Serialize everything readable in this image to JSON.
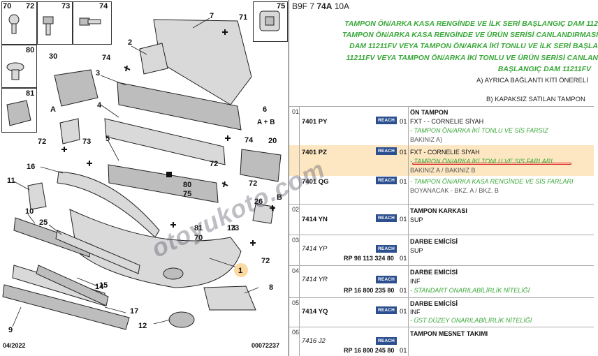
{
  "diagram": {
    "hardware_labels": [
      "70",
      "72",
      "73",
      "74",
      "80",
      "81",
      "75"
    ],
    "callouts": [
      "1",
      "2",
      "3",
      "4",
      "5",
      "6",
      "7",
      "8",
      "9",
      "10",
      "11",
      "12",
      "13",
      "14",
      "15",
      "16",
      "17",
      "20",
      "25",
      "26",
      "30",
      "71",
      "72",
      "73",
      "74",
      "72",
      "80",
      "75",
      "81",
      "70",
      "73",
      "74",
      "72",
      "72",
      "B",
      "A",
      "A",
      "B"
    ],
    "view_label": "6",
    "view_sub": "A + B",
    "footer_left": "04/2022",
    "footer_right": "00072237"
  },
  "header": {
    "ref_prefix": "B9F 7 ",
    "ref_bold": "74A",
    "ref_suffix": " 10A",
    "green_lines": [
      "TAMPON ÖN/ARKA KASA RENGİNDE VE İLK SERİ BAŞLANGIÇ DAM 112",
      "TAMPON ÖN/ARKA KASA RENGİNDE VE ÜRÜN SERİSİ CANLANDIRMASI",
      "DAM 11211FV VEYA TAMPON ÖN/ARKA İKİ TONLU VE İLK SERİ BAŞLA",
      "11211FV VEYA TAMPON ÖN/ARKA İKİ TONLU VE ÜRÜN SERİSİ CANLAN",
      "BAŞLANGIÇ DAM 11211FV"
    ],
    "note_a": "A) AYRICA BAĞLANTI KİTİ ÖNERELİ",
    "note_b": "B) KAPAKSIZ SATILAN TAMPON"
  },
  "table": {
    "reach_label": "REACH",
    "rows": [
      {
        "idx": "01",
        "items": [
          {
            "ref": "7401 PY",
            "qty": "01",
            "lines": [
              {
                "t": "ÖN TAMPON",
                "c": "title"
              },
              {
                "t": "FXT - - CORNELIE SİYAH",
                "c": ""
              },
              {
                "t": "- TAMPON ÖN/ARKA İKİ TONLU VE SİS FARSIZ",
                "c": "green"
              },
              {
                "t": "BAKINIZ A)",
                "c": "gray"
              }
            ]
          },
          {
            "ref": "7401 PZ",
            "qty": "01",
            "lines": [
              {
                "t": "FXT - CORNELIE SİYAH",
                "c": ""
              },
              {
                "t": "- TAMPON ÖN/ARKA İKİ TONLU VE SİS FARLARI",
                "c": "green"
              },
              {
                "t": "BAKINIZ A / BAKINIZ B",
                "c": "gray"
              }
            ]
          },
          {
            "ref": "7401 QG",
            "qty": "01",
            "lines": [
              {
                "t": "- TAMPON ÖN/ARKA KASA RENGİNDE VE SİS FARLARI",
                "c": "green"
              },
              {
                "t": "BOYANACAK - BKZ. A / BKZ. B",
                "c": "gray"
              }
            ]
          }
        ]
      },
      {
        "idx": "02",
        "items": [
          {
            "ref": "7414 YN",
            "qty": "01",
            "lines": [
              {
                "t": "TAMPON KARKASI",
                "c": "title"
              },
              {
                "t": "SUP",
                "c": ""
              }
            ]
          }
        ]
      },
      {
        "idx": "03",
        "items": [
          {
            "ref": "7414 YP",
            "pn": "RP 98 113 324 80",
            "qty": "01",
            "lines": [
              {
                "t": "DARBE EMİCİSİ",
                "c": "title"
              },
              {
                "t": "SUP",
                "c": ""
              }
            ]
          }
        ]
      },
      {
        "idx": "04",
        "items": [
          {
            "ref": "7414 YR",
            "pn": "RP 16 800 235 80",
            "qty": "01",
            "lines": [
              {
                "t": "DARBE EMİCİSİ",
                "c": "title"
              },
              {
                "t": "INF",
                "c": ""
              },
              {
                "t": "- STANDART ONARILABİLİRLİK NİTELİĞİ",
                "c": "green"
              }
            ]
          }
        ]
      },
      {
        "idx": "05",
        "items": [
          {
            "ref": "7414 YQ",
            "qty": "01",
            "lines": [
              {
                "t": "DARBE EMİCİSİ",
                "c": "title"
              },
              {
                "t": "INF",
                "c": ""
              },
              {
                "t": "- ÜST DÜZEY ONARILABİLİRLİK NİTELİĞİ",
                "c": "green"
              }
            ]
          }
        ]
      },
      {
        "idx": "06",
        "items": [
          {
            "ref": "7416 J2",
            "pn": "RP 16 800 245 80",
            "qty": "01",
            "lines": [
              {
                "t": "TAMPON MESNET TAKIMI",
                "c": "title"
              }
            ]
          }
        ]
      }
    ]
  },
  "watermark": "otoyukoto.com"
}
